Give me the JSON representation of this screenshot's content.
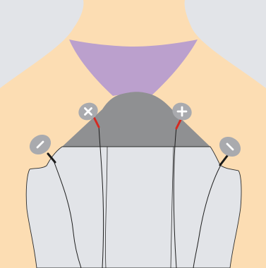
{
  "colors": {
    "background": "#e2e4e8",
    "skin": "#fcddb3",
    "garment": "#bba0cd",
    "dark_region": "#8f9092",
    "electrode": "#a9aaae",
    "electrode_symbol": "#ffffff",
    "wire": "#1d1d1d",
    "red_connector": "#d42a22",
    "black_connector": "#1a1a1a",
    "outline": "#2b2b2b"
  },
  "electrodes": [
    {
      "id": "upper-left",
      "symbol": "×",
      "symbol_name": "cross-icon",
      "connector": "red"
    },
    {
      "id": "upper-right",
      "symbol": "+",
      "symbol_name": "plus-icon",
      "connector": "red"
    },
    {
      "id": "lower-left",
      "symbol": "−",
      "symbol_name": "minus-icon",
      "connector": "black"
    },
    {
      "id": "lower-right",
      "symbol": "−",
      "symbol_name": "minus-icon",
      "connector": "black"
    }
  ]
}
